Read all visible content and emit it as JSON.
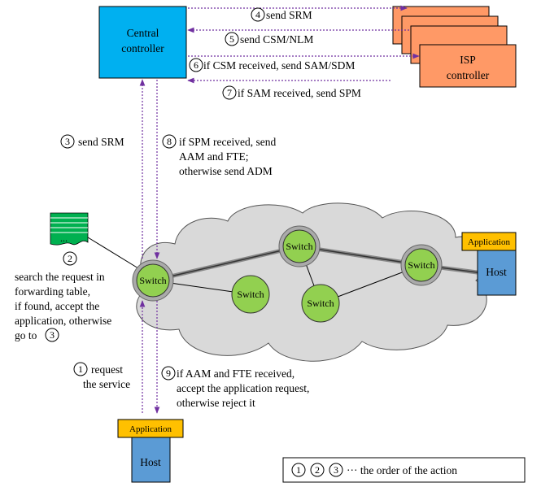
{
  "central_controller": {
    "line1": "Central",
    "line2": "controller"
  },
  "isp_controller": {
    "line1": "ISP",
    "line2": "controller"
  },
  "messages": {
    "m4": {
      "num": "4",
      "text": "send SRM"
    },
    "m5": {
      "num": "5",
      "text": "send CSM/NLM"
    },
    "m6": {
      "num": "6",
      "text": "if CSM received, send SAM/SDM"
    },
    "m7": {
      "num": "7",
      "text": "if SAM received, send SPM"
    },
    "m3": {
      "num": "3",
      "text": "send SRM"
    },
    "m8": {
      "num": "8",
      "line1": "if SPM received, send",
      "line2": "AAM and FTE;",
      "line3": "otherwise send ADM"
    },
    "m2": {
      "num": "2",
      "line1": "search the request in",
      "line2": "forwarding table,",
      "line3": "if found, accept the",
      "line4": "application, otherwise",
      "line5": "go to",
      "ref": "3"
    },
    "m1": {
      "num": "1",
      "line1": "request",
      "line2": "the service"
    },
    "m9": {
      "num": "9",
      "line1": "if AAM and FTE received,",
      "line2": "accept the application request,",
      "line3": "otherwise reject it"
    }
  },
  "switches": [
    "Switch",
    "Switch",
    "Switch",
    "Switch",
    "Switch"
  ],
  "hosts": {
    "right": {
      "app_label": "Application",
      "host_label": "Host"
    },
    "bottom": {
      "app_label": "Application",
      "host_label": "Host"
    }
  },
  "table_dots": "...",
  "legend": {
    "nums": [
      "1",
      "2",
      "3"
    ],
    "text": "··· the order of the action"
  },
  "colors": {
    "controller_fill": "#00b0f0",
    "isp_fill": "#ff9966",
    "switch_fill": "#92d050",
    "host_fill": "#5b9bd5",
    "app_fill": "#ffc000",
    "cloud_fill": "#d9d9d9",
    "arrow": "#7030a0",
    "table_fill": "#00b050"
  }
}
